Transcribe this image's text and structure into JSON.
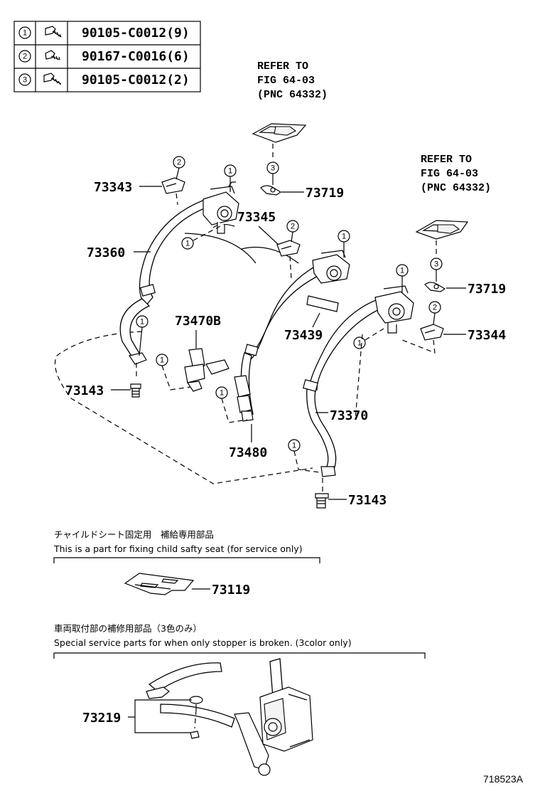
{
  "fastener_table": [
    {
      "index": "1",
      "icon": "bolt-icon",
      "part_number": "90105-C0012(9)"
    },
    {
      "index": "2",
      "icon": "bolt-icon",
      "part_number": "90167-C0016(6)"
    },
    {
      "index": "3",
      "icon": "bolt-icon",
      "part_number": "90105-C0012(2)"
    }
  ],
  "references": [
    {
      "lines": [
        "REFER TO",
        "FIG 64-03",
        "(PNC 64332)"
      ]
    },
    {
      "lines": [
        "REFER TO",
        "FIG 64-03",
        "(PNC 64332)"
      ]
    }
  ],
  "part_labels": {
    "p73343": "73343",
    "p73360": "73360",
    "p73345": "73345",
    "p73719_a": "73719",
    "p73719_b": "73719",
    "p73344": "73344",
    "p73470b": "73470B",
    "p73439": "73439",
    "p73143_a": "73143",
    "p73143_b": "73143",
    "p73480": "73480",
    "p73370": "73370",
    "p73119": "73119",
    "p73219": "73219"
  },
  "callouts": {
    "c1": "1",
    "c2": "2",
    "c3": "3"
  },
  "notes": {
    "child_seat_jp": "チャイルドシート固定用　補給専用部品",
    "child_seat_en": "This is a part for fixing child safty seat (for service only)",
    "stopper_jp": "車両取付部の補修用部品（3色のみ）",
    "stopper_en": "Special service parts for when only stopper is broken. (3color only)"
  },
  "figure_id": "718523A"
}
